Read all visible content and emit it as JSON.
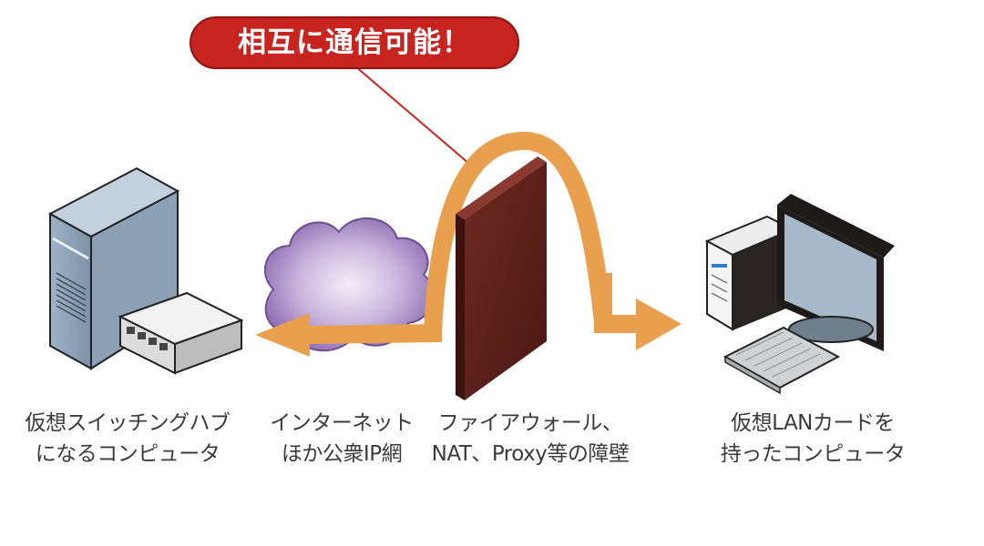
{
  "callout": {
    "text": "相互に通信可能！"
  },
  "nodes": {
    "hub_computer": {
      "line1": "仮想スイッチングハブ",
      "line2": "になるコンピュータ"
    },
    "internet": {
      "line1": "インターネット",
      "line2": "ほか公衆IP網"
    },
    "firewall": {
      "line1": "ファイアウォール、",
      "line2": "NAT、Proxy等の障壁"
    },
    "lan_computer": {
      "line1": "仮想LANカードを",
      "line2": "持ったコンピュータ"
    }
  },
  "colors": {
    "callout": "#c8241f",
    "arrow": "#e8a04f",
    "firewall": "#5a2018",
    "cloud": "#a58bc4"
  }
}
